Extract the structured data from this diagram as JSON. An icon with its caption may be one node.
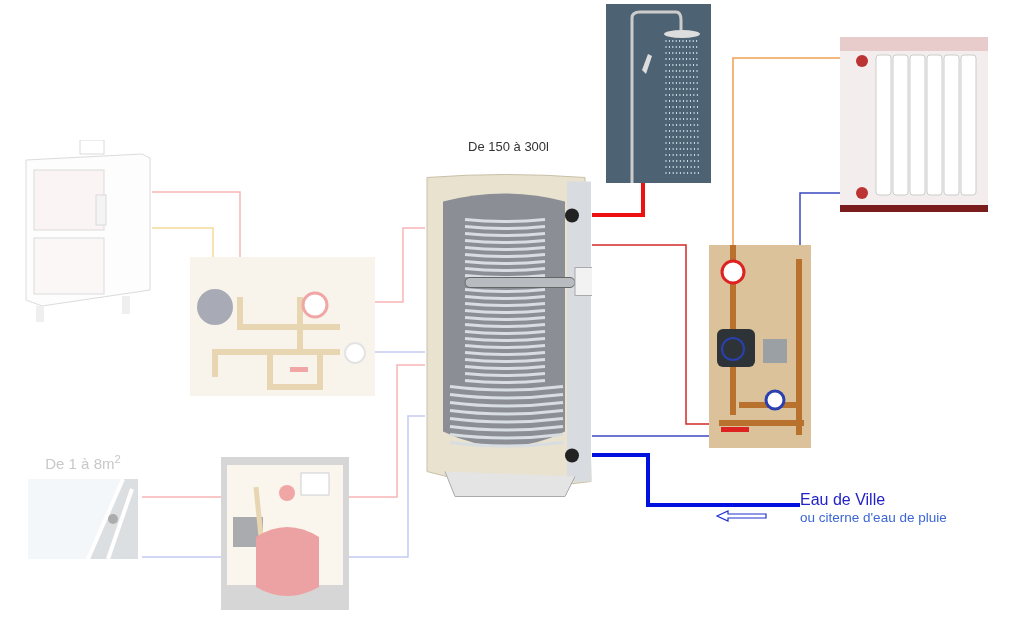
{
  "diagram": {
    "nodes": [
      {
        "text": [],
        "shape": "picture"
      },
      {
        "text": [],
        "shape": "picture"
      },
      {
        "text": [
          "De 150 à 300l"
        ]
      },
      {
        "text": [],
        "shape": "picture"
      },
      {
        "text": [],
        "shape": "picture"
      },
      {
        "text": [],
        "shape": "picture"
      },
      {
        "text": [
          "De 1 à 8m$^{2}$"
        ]
      },
      {
        "text": [],
        "shape": "picture"
      },
      {
        "text": [
          "Eau de Ville",
          "ou citerne d'eau de pluie"
        ]
      }
    ],
    "edges": [
      {
        "from": 0,
        "to": 1,
        "arrow": "none",
        "color": "#f7b5b5"
      },
      {
        "from": 0,
        "to": 1,
        "arrow": "none",
        "color": "#f6dc9a"
      },
      {
        "from": 1,
        "to": 2,
        "arrow": "none",
        "color": "#f7b5b5"
      },
      {
        "from": 1,
        "to": 2,
        "arrow": "none",
        "color": "#c4caf2"
      },
      {
        "from": 6,
        "to": 7,
        "arrow": "none",
        "color": "#f7b5b5"
      },
      {
        "from": 6,
        "to": 7,
        "arrow": "none",
        "color": "#c4caf2"
      },
      {
        "from": 7,
        "to": 2,
        "arrow": "none",
        "color": "#f7b5b5"
      },
      {
        "from": 7,
        "to": 2,
        "arrow": "none",
        "color": "#c4caf2"
      },
      {
        "from": 2,
        "to": 3,
        "arrow": "none",
        "style": "thick",
        "color": "#ee1111"
      },
      {
        "from": 2,
        "to": 5,
        "arrow": "none",
        "color": "#d42a2a"
      },
      {
        "from": 2,
        "to": 5,
        "arrow": "none",
        "color": "#3848c0"
      },
      {
        "from": 5,
        "to": 4,
        "arrow": "none",
        "color": "#f0a050"
      },
      {
        "from": 4,
        "to": 5,
        "arrow": "none",
        "color": "#3848c0"
      },
      {
        "from": 8,
        "to": 2,
        "arrow": "none",
        "style": "thick",
        "color": "#0010e0"
      }
    ]
  }
}
